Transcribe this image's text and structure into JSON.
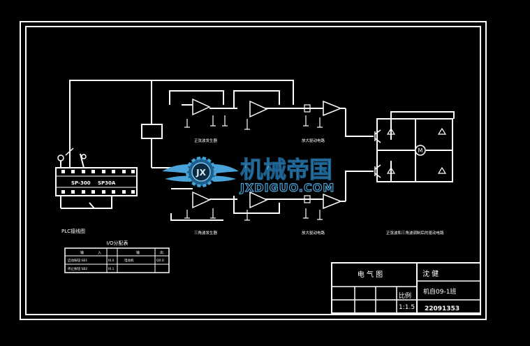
{
  "drawing": {
    "plc_label": "PLC接线图",
    "plc_model": "SP-300",
    "plc_model_2": "SP30A",
    "io_table_title": "I/O分配表",
    "io_table_header": [
      "输",
      "入",
      "输",
      "出"
    ],
    "io_table_rows": [
      [
        "启动按钮 SB1",
        "I0.0",
        "电动机",
        "Q0.0"
      ],
      [
        "停止按钮 SB2",
        "I0.1",
        "",
        ""
      ]
    ],
    "circuit_label_top_amp": "正弦波发生器",
    "circuit_label_top_mod": "放大驱动电路",
    "circuit_label_bot_amp": "三角波发生器",
    "circuit_label_bot_mod": "放大驱动电路",
    "circuit_label_bridge": "正弦波和三角波调制后的驱动电路",
    "motor_symbol": "M"
  },
  "title_block": {
    "drawing_name": "电 气 图",
    "designer": "沈     健",
    "class_name": "机自09-1班",
    "scale_label": "比例",
    "scale_value": "1:1.5",
    "drawing_number": "22091353"
  },
  "watermark": {
    "cn_text": "机械帝国",
    "en_text": "JXDIGUO.COM",
    "logo_letters": "JX"
  },
  "colors": {
    "background": "#000000",
    "lines": "#ffffff",
    "watermark_blue": "#4aa3d8",
    "watermark_dark": "#1d5f8c"
  }
}
